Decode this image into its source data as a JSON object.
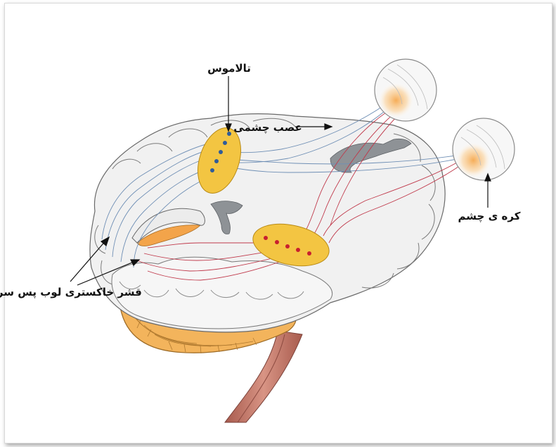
{
  "labels": {
    "thalamus": "تالاموس",
    "optic_nerve": "عصب چشمی",
    "eyeball": "کره ی چشم",
    "occipital_cortex": "قشر خاکستری لوب پس سری"
  },
  "colors": {
    "brain_fill": "#f1f1f1",
    "brain_stroke": "#6a6a6a",
    "nucleus_fill": "#f3c542",
    "blue_fiber": "#6f8fb5",
    "red_fiber": "#c0394b",
    "cerebellum": "#f2b65a",
    "brainstem": "#c57a6a",
    "eye_glow": "#f7b15a"
  }
}
